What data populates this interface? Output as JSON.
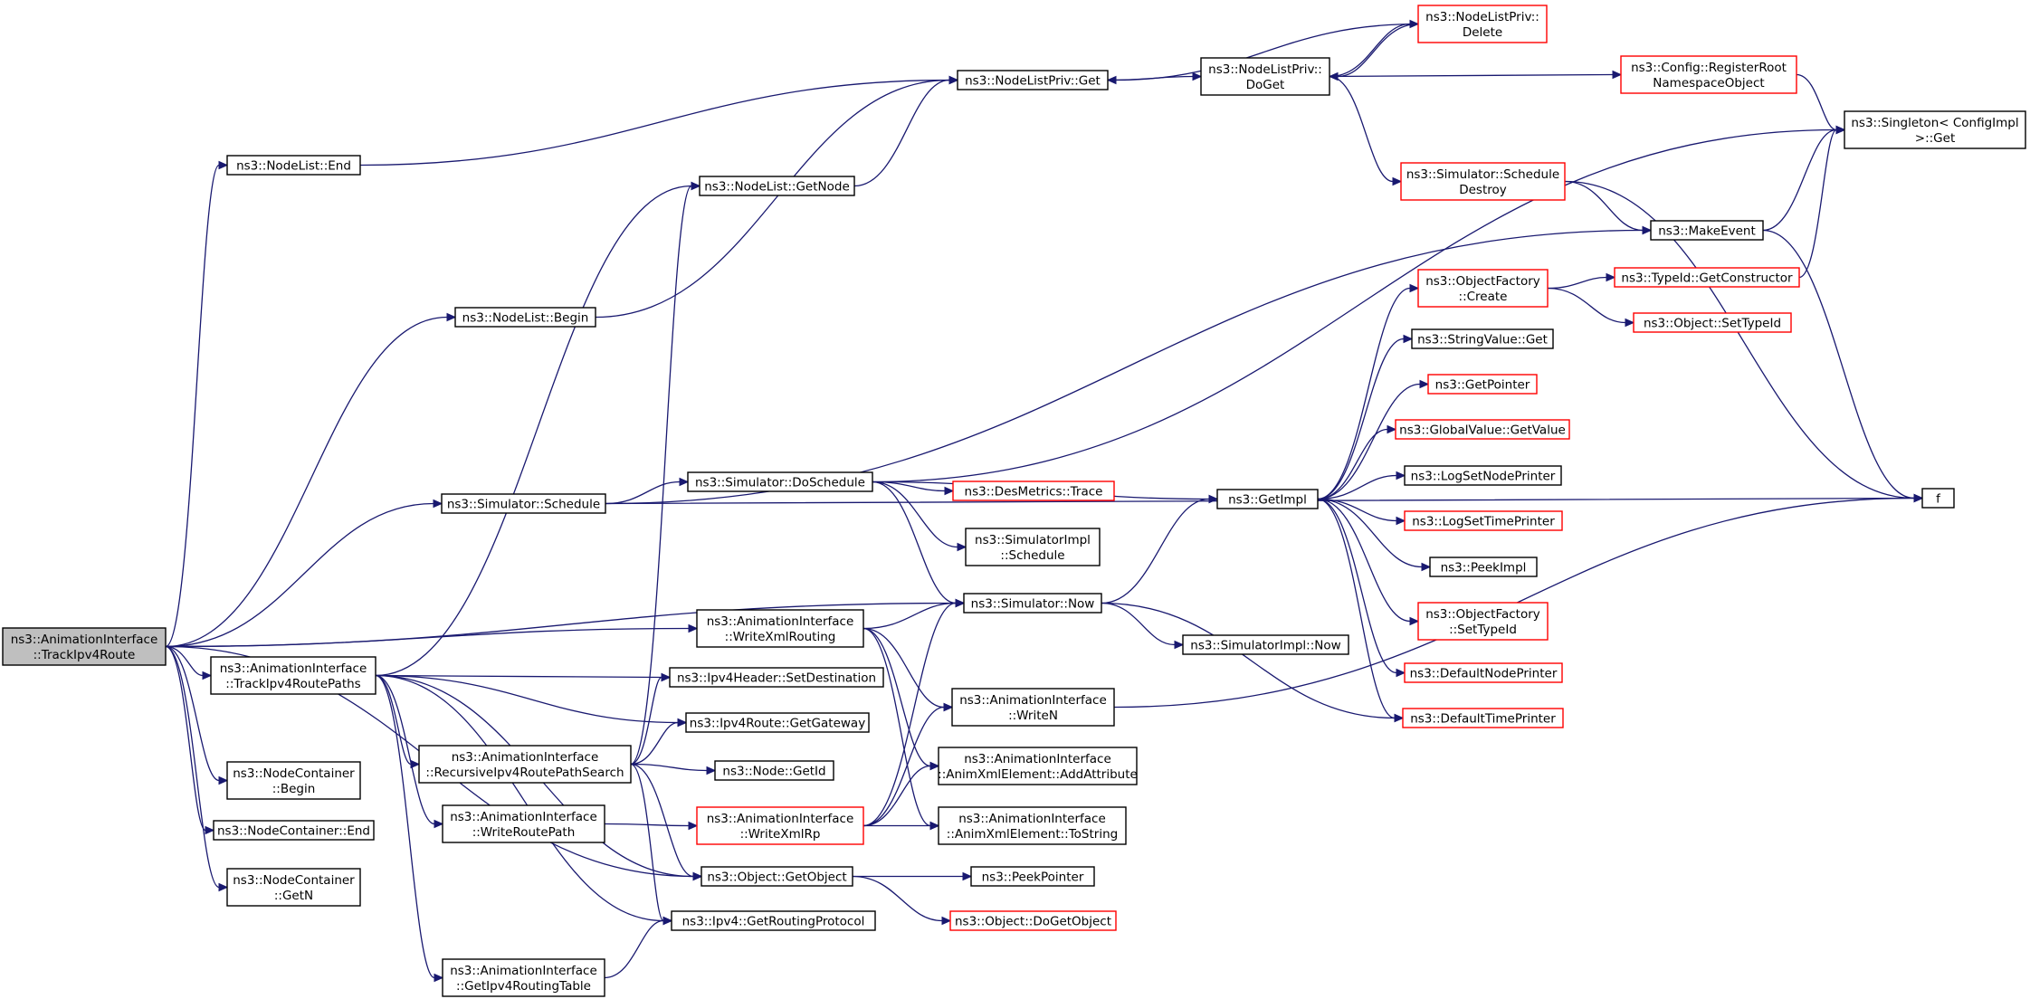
{
  "graph": {
    "colors": {
      "edge": "#191970",
      "normal_border": "#000000",
      "truncated_border": "#ff0000",
      "root_fill": "#bfbfbf",
      "node_fill": "#ffffff"
    },
    "nodes": [
      {
        "id": "n0",
        "lines": [
          "ns3::AnimationInterface",
          "::TrackIpv4Route"
        ],
        "style": "root"
      },
      {
        "id": "n1",
        "lines": [
          "ns3::NodeList::End"
        ],
        "style": "normal"
      },
      {
        "id": "n2",
        "lines": [
          "ns3::NodeListPriv::Get"
        ],
        "style": "normal"
      },
      {
        "id": "n3",
        "lines": [
          "ns3::NodeListPriv::",
          "DoGet"
        ],
        "style": "normal"
      },
      {
        "id": "n4",
        "lines": [
          "ns3::NodeListPriv::",
          "Delete"
        ],
        "style": "truncated"
      },
      {
        "id": "n5",
        "lines": [
          "ns3::Config::RegisterRoot",
          "NamespaceObject"
        ],
        "style": "truncated"
      },
      {
        "id": "n6",
        "lines": [
          "ns3::Singleton< ConfigImpl",
          " >::Get"
        ],
        "style": "normal"
      },
      {
        "id": "n7",
        "lines": [
          "ns3::Simulator::Schedule",
          "Destroy"
        ],
        "style": "truncated"
      },
      {
        "id": "n8",
        "lines": [
          "ns3::NodeList::GetNode"
        ],
        "style": "normal"
      },
      {
        "id": "n9",
        "lines": [
          "ns3::MakeEvent"
        ],
        "style": "normal"
      },
      {
        "id": "n10",
        "lines": [
          "ns3::ObjectFactory",
          "::Create"
        ],
        "style": "truncated"
      },
      {
        "id": "n11",
        "lines": [
          "ns3::TypeId::GetConstructor"
        ],
        "style": "truncated"
      },
      {
        "id": "n12",
        "lines": [
          "ns3::Object::SetTypeId"
        ],
        "style": "truncated"
      },
      {
        "id": "n13",
        "lines": [
          "ns3::NodeList::Begin"
        ],
        "style": "normal"
      },
      {
        "id": "n14",
        "lines": [
          "ns3::StringValue::Get"
        ],
        "style": "normal"
      },
      {
        "id": "n15",
        "lines": [
          "ns3::GetPointer"
        ],
        "style": "truncated"
      },
      {
        "id": "n16",
        "lines": [
          "ns3::GlobalValue::GetValue"
        ],
        "style": "truncated"
      },
      {
        "id": "n17",
        "lines": [
          "ns3::LogSetNodePrinter"
        ],
        "style": "normal"
      },
      {
        "id": "n18",
        "lines": [
          "ns3::Simulator::Schedule"
        ],
        "style": "normal"
      },
      {
        "id": "n19",
        "lines": [
          "ns3::Simulator::DoSchedule"
        ],
        "style": "normal"
      },
      {
        "id": "n20",
        "lines": [
          "ns3::DesMetrics::Trace"
        ],
        "style": "truncated"
      },
      {
        "id": "n21",
        "lines": [
          "ns3::GetImpl"
        ],
        "style": "normal"
      },
      {
        "id": "n22",
        "lines": [
          "f"
        ],
        "style": "normal"
      },
      {
        "id": "n23",
        "lines": [
          "ns3::LogSetTimePrinter"
        ],
        "style": "truncated"
      },
      {
        "id": "n24",
        "lines": [
          "ns3::SimulatorImpl",
          "::Schedule"
        ],
        "style": "normal"
      },
      {
        "id": "n25",
        "lines": [
          "ns3::PeekImpl"
        ],
        "style": "normal"
      },
      {
        "id": "n26",
        "lines": [
          "ns3::Simulator::Now"
        ],
        "style": "normal"
      },
      {
        "id": "n27",
        "lines": [
          "ns3::ObjectFactory",
          "::SetTypeId"
        ],
        "style": "truncated"
      },
      {
        "id": "n28",
        "lines": [
          "ns3::AnimationInterface",
          "::WriteXmlRouting"
        ],
        "style": "normal"
      },
      {
        "id": "n29",
        "lines": [
          "ns3::SimulatorImpl::Now"
        ],
        "style": "normal"
      },
      {
        "id": "n30",
        "lines": [
          "ns3::AnimationInterface",
          "::TrackIpv4RoutePaths"
        ],
        "style": "normal"
      },
      {
        "id": "n31",
        "lines": [
          "ns3::Ipv4Header::SetDestination"
        ],
        "style": "normal"
      },
      {
        "id": "n32",
        "lines": [
          "ns3::DefaultNodePrinter"
        ],
        "style": "truncated"
      },
      {
        "id": "n33",
        "lines": [
          "ns3::AnimationInterface",
          "::WriteN"
        ],
        "style": "normal"
      },
      {
        "id": "n34",
        "lines": [
          "ns3::Ipv4Route::GetGateway"
        ],
        "style": "normal"
      },
      {
        "id": "n35",
        "lines": [
          "ns3::DefaultTimePrinter"
        ],
        "style": "truncated"
      },
      {
        "id": "n36",
        "lines": [
          "ns3::AnimationInterface",
          "::RecursiveIpv4RoutePathSearch"
        ],
        "style": "normal"
      },
      {
        "id": "n37",
        "lines": [
          "ns3::AnimationInterface",
          "::AnimXmlElement::AddAttribute"
        ],
        "style": "normal"
      },
      {
        "id": "n38",
        "lines": [
          "ns3::NodeContainer",
          "::Begin"
        ],
        "style": "normal"
      },
      {
        "id": "n39",
        "lines": [
          "ns3::Node::GetId"
        ],
        "style": "normal"
      },
      {
        "id": "n40",
        "lines": [
          "ns3::AnimationInterface",
          "::WriteRoutePath"
        ],
        "style": "normal"
      },
      {
        "id": "n41",
        "lines": [
          "ns3::AnimationInterface",
          "::WriteXmlRp"
        ],
        "style": "truncated"
      },
      {
        "id": "n42",
        "lines": [
          "ns3::AnimationInterface",
          "::AnimXmlElement::ToString"
        ],
        "style": "normal"
      },
      {
        "id": "n43",
        "lines": [
          "ns3::NodeContainer::End"
        ],
        "style": "normal"
      },
      {
        "id": "n44",
        "lines": [
          "ns3::NodeContainer",
          "::GetN"
        ],
        "style": "normal"
      },
      {
        "id": "n45",
        "lines": [
          "ns3::Object::GetObject"
        ],
        "style": "normal"
      },
      {
        "id": "n46",
        "lines": [
          "ns3::PeekPointer"
        ],
        "style": "normal"
      },
      {
        "id": "n47",
        "lines": [
          "ns3::Object::DoGetObject"
        ],
        "style": "truncated"
      },
      {
        "id": "n48",
        "lines": [
          "ns3::Ipv4::GetRoutingProtocol"
        ],
        "style": "normal"
      },
      {
        "id": "n49",
        "lines": [
          "ns3::AnimationInterface",
          "::GetIpv4RoutingTable"
        ],
        "style": "normal"
      }
    ]
  }
}
